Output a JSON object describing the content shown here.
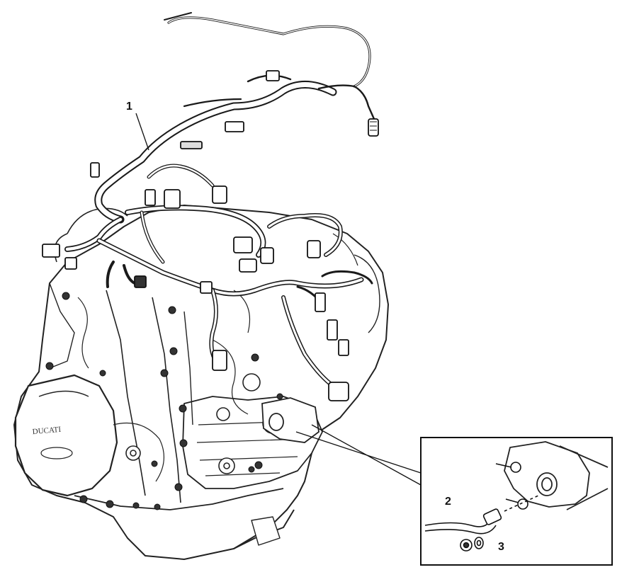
{
  "figure": {
    "engraving_text": "DUCATI",
    "callouts": [
      {
        "id": "1",
        "label": "1"
      },
      {
        "id": "2",
        "label": "2"
      },
      {
        "id": "3",
        "label": "3"
      }
    ]
  }
}
